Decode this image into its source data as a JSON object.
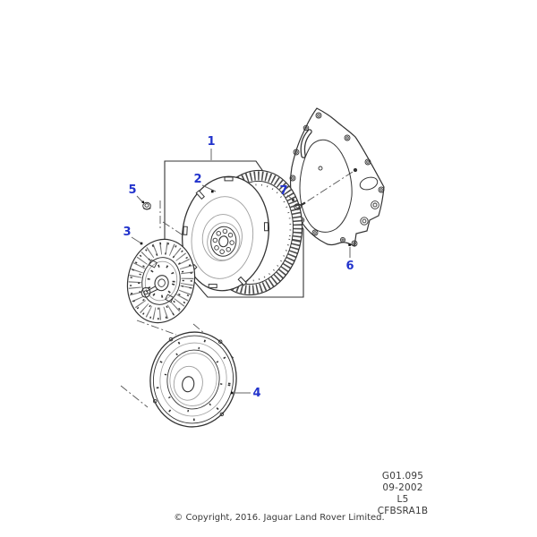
{
  "diagram": {
    "callouts": [
      "1",
      "2",
      "3",
      "4",
      "5",
      "6",
      "7"
    ],
    "info_block": {
      "lines": [
        "G01.095",
        "09-2002",
        "L5",
        "CFBSRA1B"
      ]
    },
    "copyright": "© Copyright, 2016. Jaguar Land Rover Limited.",
    "colors": {
      "callout_blue": "#2233cc",
      "line_dark": "#333333",
      "line_faint": "#9e9e9e"
    }
  }
}
